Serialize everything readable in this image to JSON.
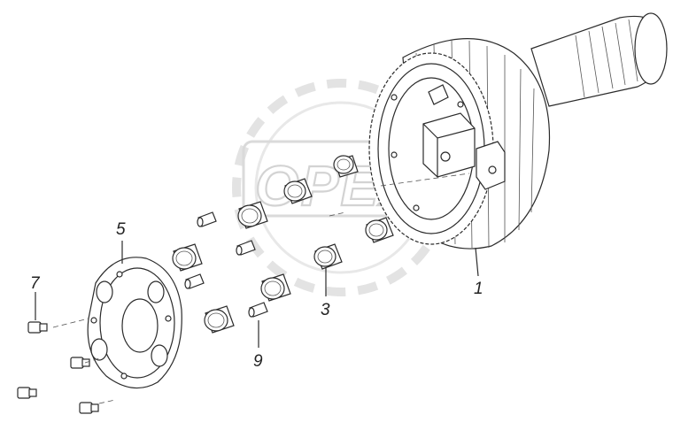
{
  "watermark": {
    "text": "OPEX"
  },
  "callouts": [
    {
      "id": "1",
      "label": "1"
    },
    {
      "id": "3",
      "label": "3"
    },
    {
      "id": "5",
      "label": "5"
    },
    {
      "id": "7",
      "label": "7"
    },
    {
      "id": "9",
      "label": "9"
    }
  ]
}
